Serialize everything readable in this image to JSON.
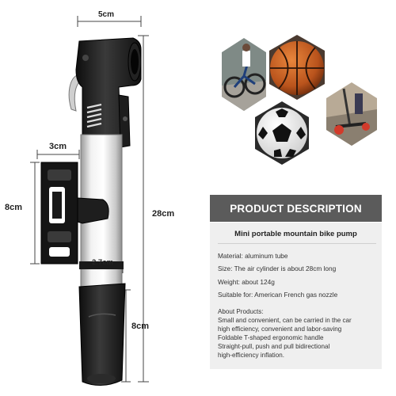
{
  "dimensions": {
    "top_width": "5cm",
    "mount_width": "3cm",
    "mount_height": "8cm",
    "total_length": "28cm",
    "barrel_width": "2.7cm",
    "handle_length": "8cm"
  },
  "product": {
    "header": "PRODUCT DESCRIPTION",
    "title": "Mini portable mountain bike pump",
    "specs": [
      "Material: aluminum tube",
      "Size: The air cylinder is about 28cm long",
      "Weight: about 124g",
      "Suitable for: American French gas nozzle"
    ],
    "about_heading": "About Products:",
    "about_lines": [
      "Small and convenient, can be carried in the car",
      "high efficiency, convenient and labor-saving",
      "Foldable T-shaped ergonomic handle",
      "Straight-pull, push and pull bidirectional",
      "high-efficiency inflation."
    ]
  },
  "photos": [
    "bicycle-photo",
    "basketball-photo",
    "soccer-ball-photo",
    "scooter-photo"
  ],
  "colors": {
    "header_bg": "#5b5b5b",
    "panel_bg": "#efefef",
    "pump_black": "#1b1b1b",
    "pump_silver": "#dcdcdc"
  }
}
